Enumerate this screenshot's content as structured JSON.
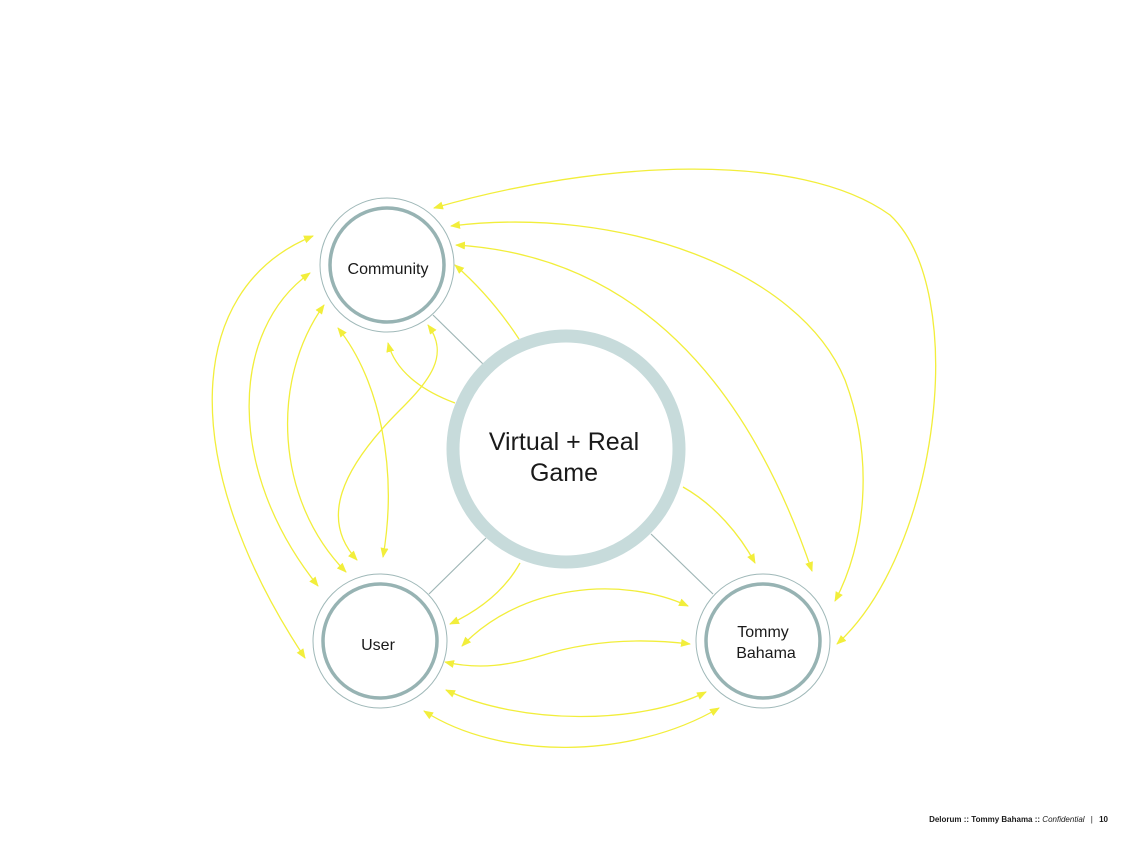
{
  "diagram": {
    "center_label_line1": "Virtual + Real",
    "center_label_line2": "Game",
    "community_label": "Community",
    "user_label": "User",
    "tommy_label_line1": "Tommy",
    "tommy_label_line2": "Bahama"
  },
  "footer": {
    "brand": "Delorum :: Tommy Bahama ::",
    "confidential": "Confidential",
    "separator": "|",
    "page_number": "10"
  },
  "colors": {
    "ring_outer": "#9fb8b8",
    "ring_inner": "#97b3b3",
    "center_ring": "#c7dbdb",
    "connector": "#9fb6b6",
    "arrow": "#f2ee3b"
  }
}
